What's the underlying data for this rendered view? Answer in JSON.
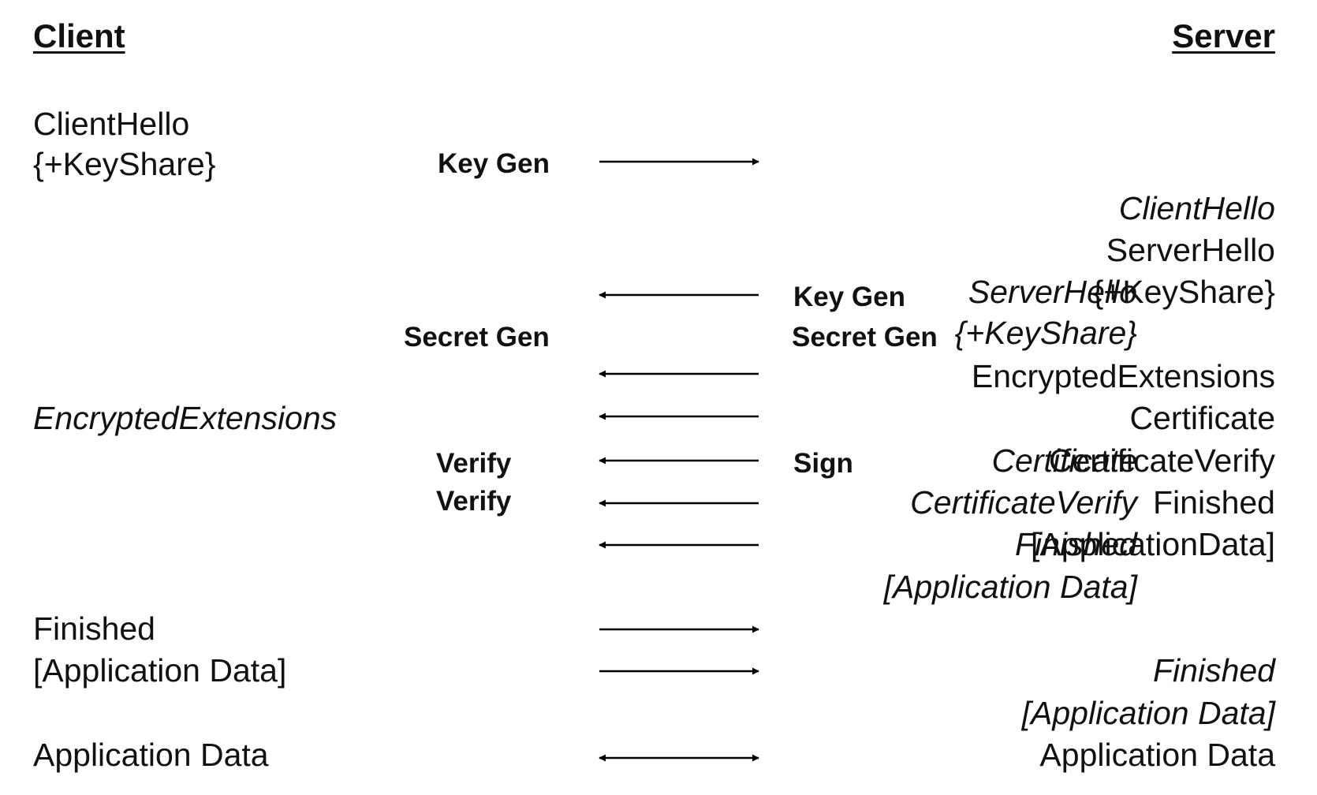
{
  "headers": {
    "client": "Client",
    "server": "Server"
  },
  "client": {
    "hello": "ClientHello",
    "hello_keyshare": "{+KeyShare}",
    "recv_server_hello": "ServerHello",
    "recv_keyshare": "{+KeyShare}",
    "recv_encrypted_extensions": "EncryptedExtensions",
    "recv_certificate": "Certificate",
    "recv_certificate_verify": "CertificateVerify",
    "recv_finished": "Finished",
    "recv_application_data": "[Application Data]",
    "finished": "Finished",
    "application_data_bracket": "[Application Data]",
    "application_data": "Application Data"
  },
  "server": {
    "recv_client_hello": "ClientHello",
    "server_hello": "ServerHello",
    "keyshare": "{+KeyShare}",
    "encrypted_extensions": "EncryptedExtensions",
    "certificate": "Certificate",
    "certificate_verify": "CertificateVerify",
    "finished": "Finished",
    "application_data_bracket": "[ApplicationData]",
    "recv_finished": "Finished",
    "recv_application_data": "[Application Data]",
    "application_data": "Application Data"
  },
  "operations": {
    "client_key_gen": "Key Gen",
    "client_secret_gen": "Secret Gen",
    "client_verify_1": "Verify",
    "client_verify_2": "Verify",
    "server_key_gen": "Key Gen",
    "server_secret_gen": "Secret Gen",
    "server_sign": "Sign"
  },
  "arrows": [
    "right",
    "left",
    "left",
    "left",
    "left",
    "left",
    "left",
    "right",
    "right",
    "both"
  ],
  "colors": {
    "text": "#111111",
    "arrow": "#000000",
    "background": "#ffffff"
  }
}
